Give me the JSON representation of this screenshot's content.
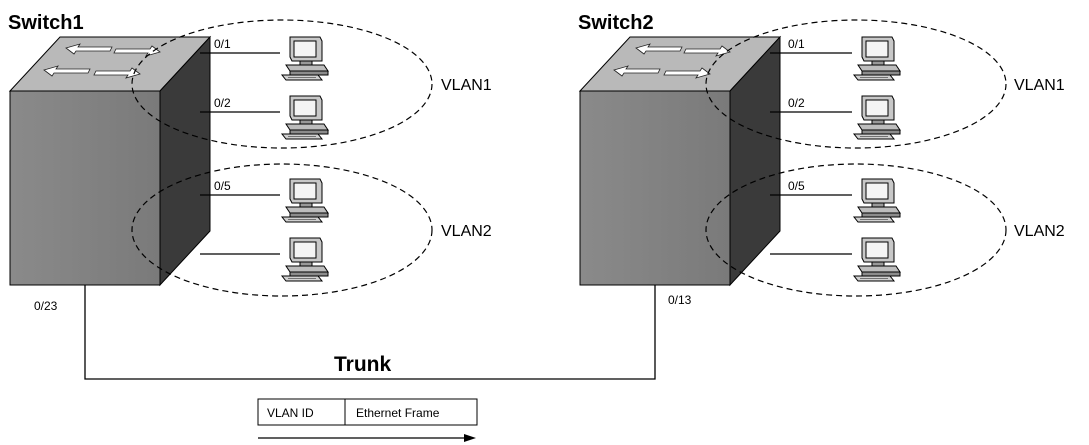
{
  "switches": [
    {
      "name": "Switch1",
      "ports": [
        "0/1",
        "0/2",
        "0/5",
        ""
      ],
      "vlans": [
        "VLAN1",
        "VLAN2"
      ],
      "trunk_port": "0/23"
    },
    {
      "name": "Switch2",
      "ports": [
        "0/1",
        "0/2",
        "0/5",
        ""
      ],
      "vlans": [
        "VLAN1",
        "VLAN2"
      ],
      "trunk_port": "0/13"
    }
  ],
  "trunk": {
    "label": "Trunk"
  },
  "frame": {
    "fields": [
      "VLAN ID",
      "Ethernet Frame"
    ]
  },
  "icons": [
    "switch-icon",
    "workstation-icon",
    "arrow-right-icon"
  ]
}
